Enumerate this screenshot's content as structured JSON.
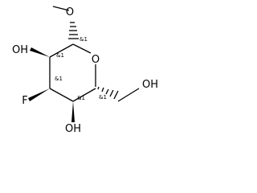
{
  "molecule": {
    "atoms": {
      "ring_oxygen": "O",
      "hydroxyl_c2": "OH",
      "fluorine": "F",
      "hydroxyl_c4": "OH",
      "hydroxyl_c6": "OH"
    },
    "stereo_labels": {
      "c1": "&1",
      "c2": "&1",
      "c3": "&1",
      "c4": "&1",
      "c5": "&1"
    }
  }
}
